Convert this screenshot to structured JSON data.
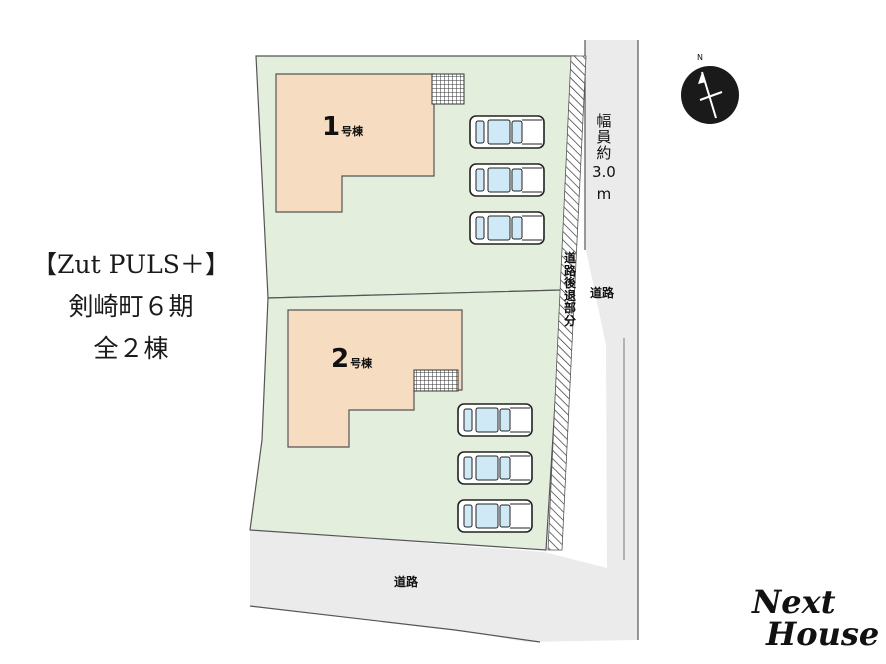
{
  "title": {
    "line1": "【Zut PULS＋】",
    "line2": "剣崎町６期",
    "line3": "全２棟"
  },
  "lots": [
    {
      "number": "1",
      "suffix": "号棟"
    },
    {
      "number": "2",
      "suffix": "号棟"
    }
  ],
  "road_width": {
    "chars": [
      "幅",
      "員",
      "約"
    ],
    "value": "3.0",
    "unit": "m"
  },
  "setback": {
    "chars": [
      "道",
      "路",
      "後",
      "退",
      "部",
      "分"
    ]
  },
  "roads": {
    "east": "道路",
    "south": "道路"
  },
  "compass": {
    "north": "N"
  },
  "brand": {
    "line1": "Next",
    "line2": "House"
  },
  "colors": {
    "lot_green": "#e3eedc",
    "building": "#f6dcc0",
    "road_gray": "#ebebeb",
    "car_body": "#ffffff",
    "car_glass": "#cfe9f7"
  }
}
